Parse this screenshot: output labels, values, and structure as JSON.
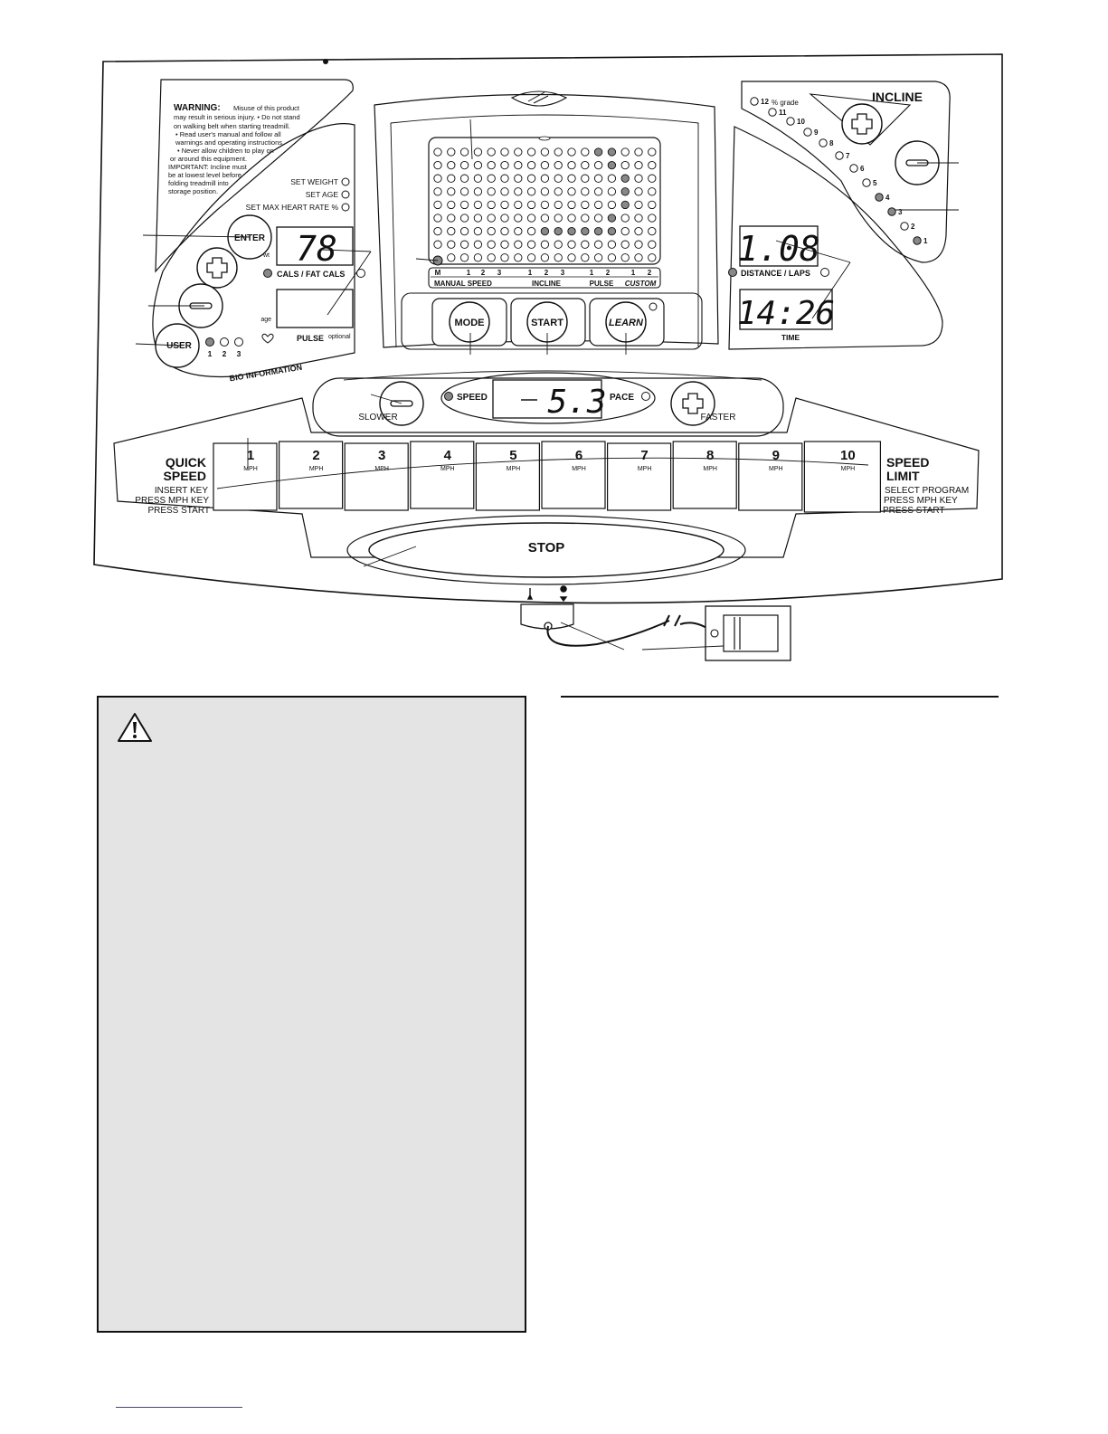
{
  "warning_sticker": {
    "heading": "WARNING:",
    "lines": [
      "Misuse of this product",
      "may result in serious injury.  • Do not stand",
      "on walking belt when starting treadmill.",
      "• Read user's manual and follow all",
      "warnings and operating instructions.",
      "• Never allow children to play on",
      "or around this equipment.",
      "IMPORTANT:  Incline must",
      "be at lowest level before",
      "folding treadmill into",
      "storage position."
    ]
  },
  "bio": {
    "set_weight": "SET WEIGHT",
    "set_age": "SET AGE",
    "set_max_hr": "SET MAX HEART RATE %",
    "enter_label": "ENTER",
    "user_label": "USER",
    "wt_label": "wt",
    "age_label": "age",
    "display_value": "78",
    "cals_label": "CALS  /  FAT CALS",
    "pulse_label": "PULSE",
    "pulse_optional": "optional",
    "section_title": "BIO INFORMATION",
    "user_numbers": [
      "1",
      "2",
      "3"
    ]
  },
  "matrix": {
    "prog_numbers": [
      "M",
      "1",
      "2",
      "3",
      "1",
      "2",
      "3",
      "1",
      "2",
      "1",
      "2"
    ],
    "groups": [
      "MANUAL SPEED",
      "INCLINE",
      "PULSE",
      "CUSTOM"
    ]
  },
  "buttons": {
    "mode": "MODE",
    "start": "START",
    "learn": "LEARN"
  },
  "speed": {
    "speed_label": "SPEED",
    "pace_label": "PACE",
    "value": "5.3",
    "slower": "SLOWER",
    "faster": "FASTER"
  },
  "incline": {
    "title": "INCLINE",
    "levels": [
      "12",
      "11",
      "10",
      "9",
      "8",
      "7",
      "6",
      "5",
      "4",
      "3",
      "2",
      "1"
    ],
    "grade_label": "% grade"
  },
  "distance": {
    "value": "1.08",
    "label": "DISTANCE / LAPS"
  },
  "time": {
    "value": "14:26",
    "label": "TIME"
  },
  "quick_speed": {
    "title_line1": "QUICK",
    "title_line2": "SPEED",
    "instr": [
      "INSERT KEY",
      "PRESS MPH KEY",
      "PRESS START"
    ],
    "keys": [
      "1",
      "2",
      "3",
      "4",
      "5",
      "6",
      "7",
      "8",
      "9",
      "10"
    ],
    "unit": "MPH"
  },
  "speed_limit": {
    "title_line1": "SPEED",
    "title_line2": "LIMIT",
    "instr": [
      "SELECT PROGRAM",
      "PRESS MPH KEY",
      "PRESS START"
    ]
  },
  "stop": {
    "label": "STOP"
  }
}
